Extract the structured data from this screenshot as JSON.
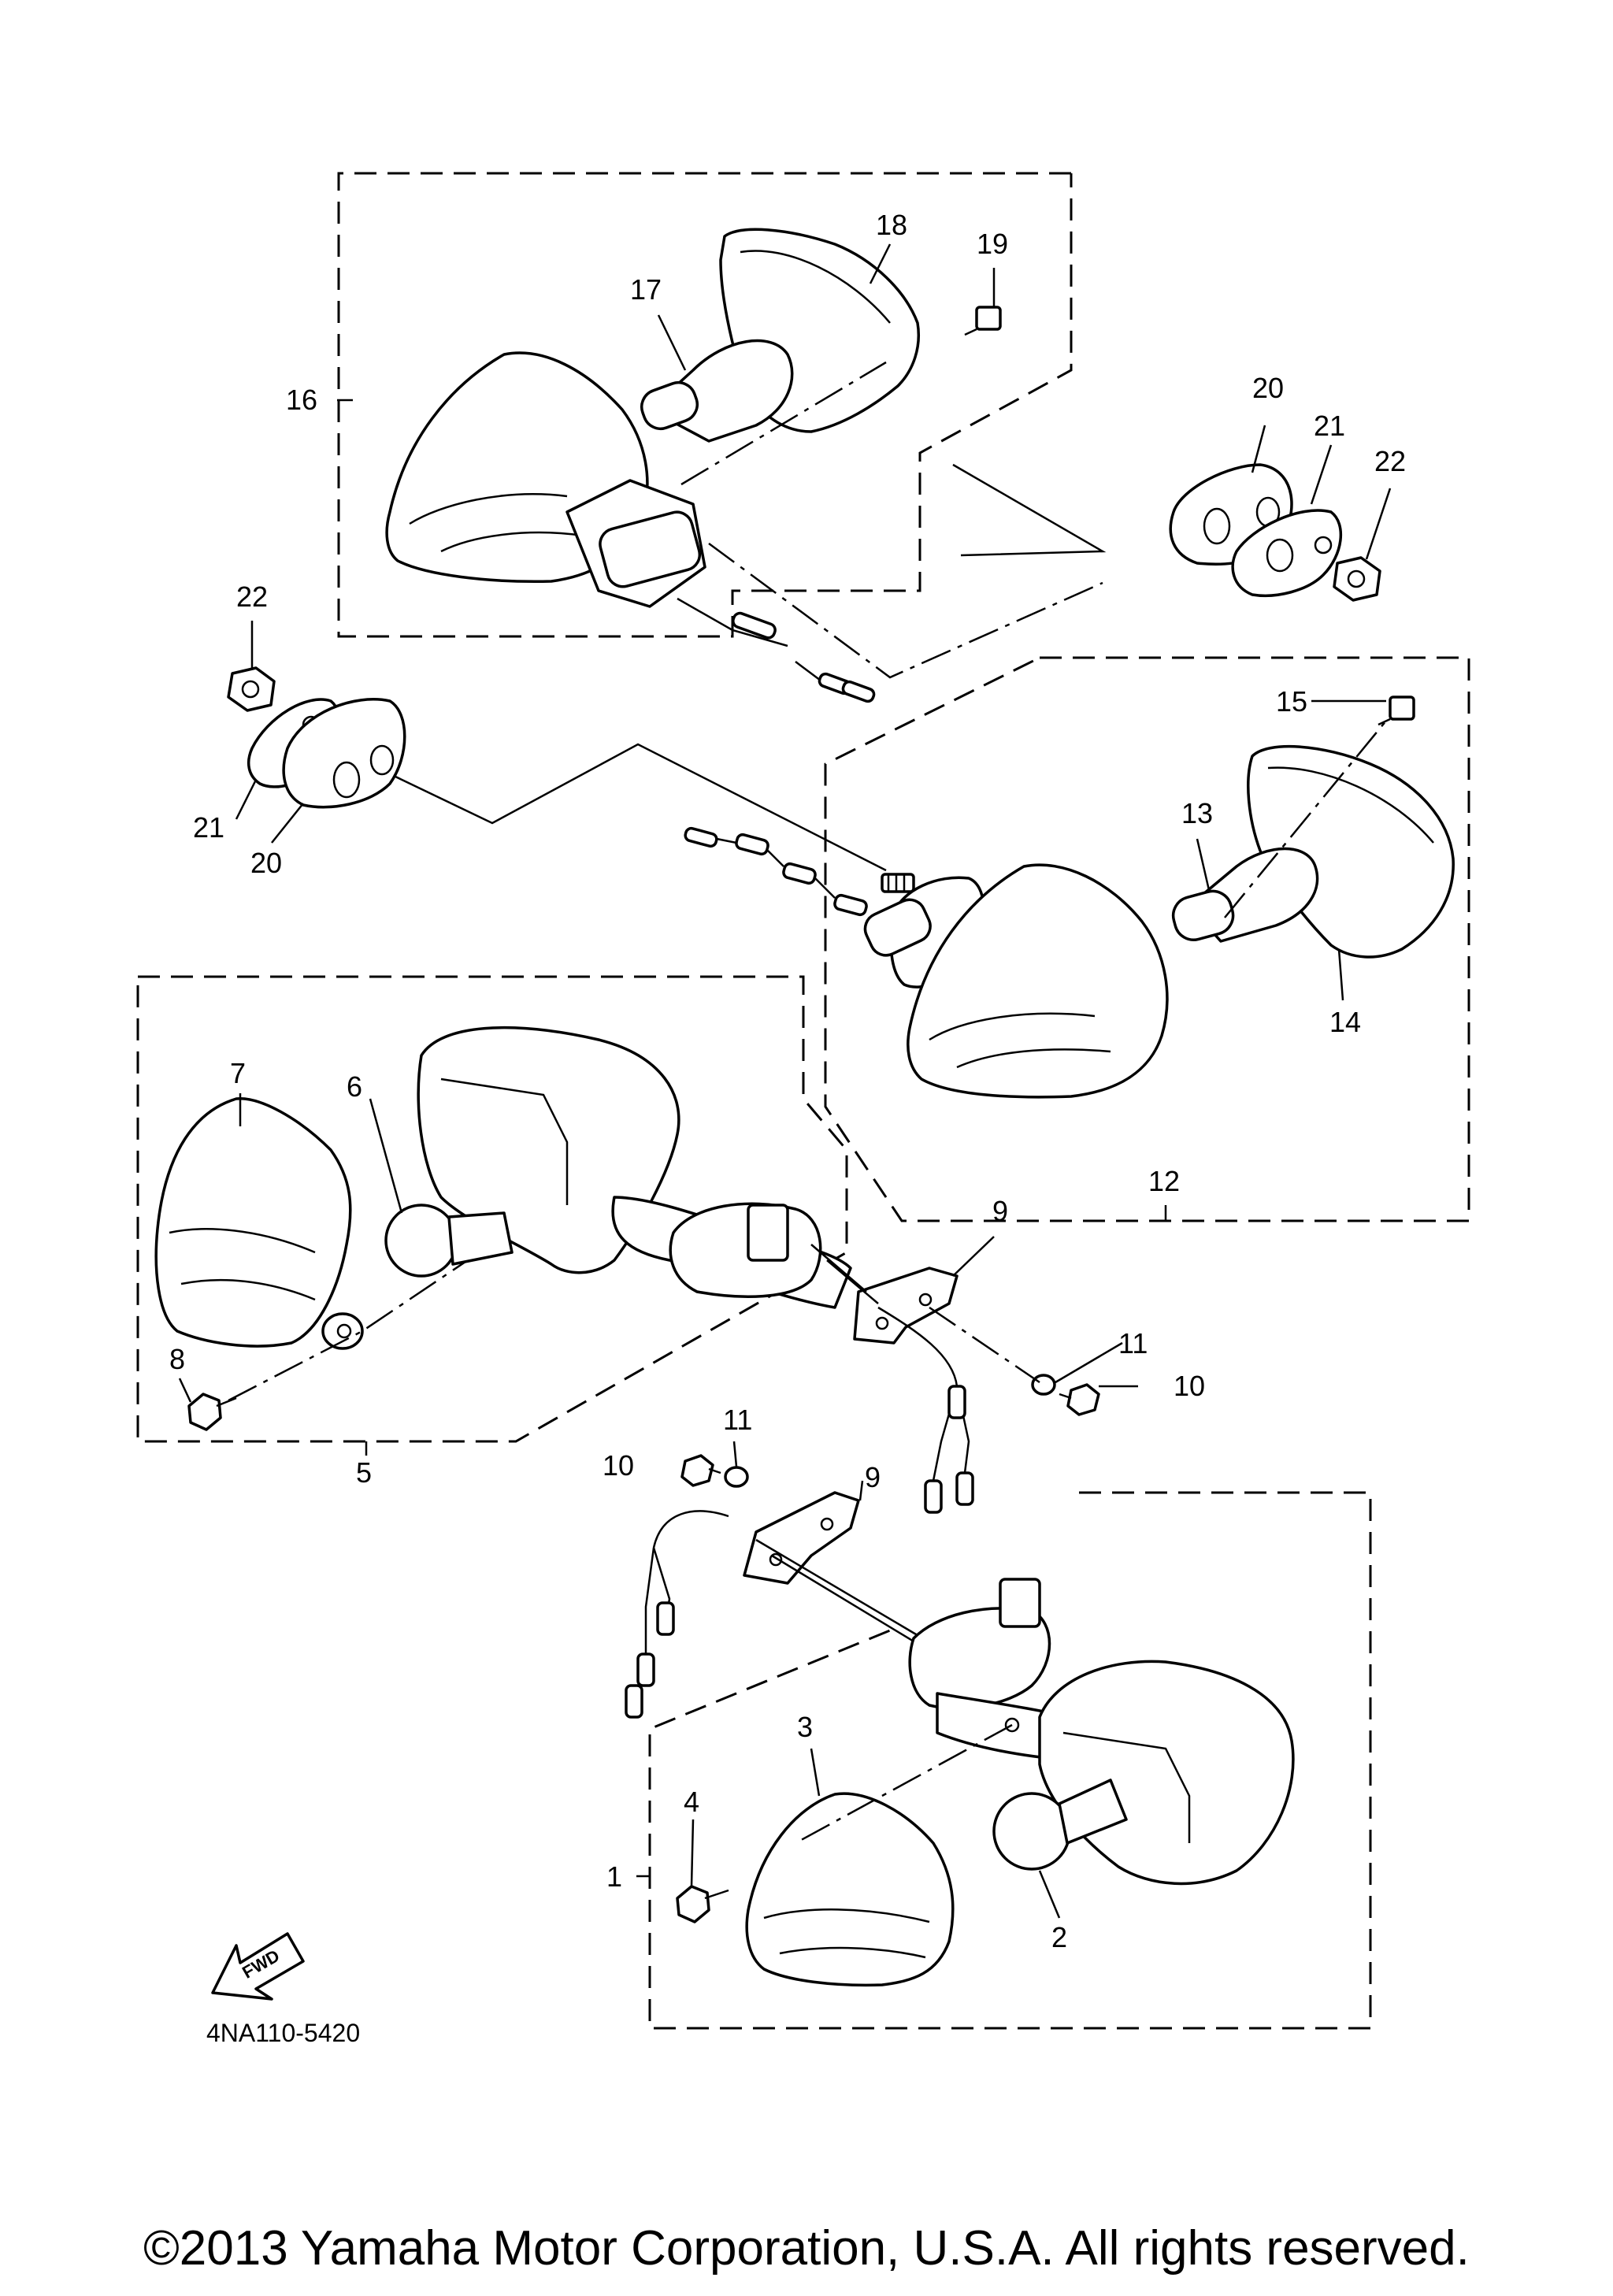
{
  "callouts": {
    "c1": "1",
    "c2": "2",
    "c3": "3",
    "c4": "4",
    "c5": "5",
    "c6": "6",
    "c7": "7",
    "c8": "8",
    "c9a": "9",
    "c9b": "9",
    "c10a": "10",
    "c10b": "10",
    "c11a": "11",
    "c11b": "11",
    "c12": "12",
    "c13": "13",
    "c14": "14",
    "c15": "15",
    "c16": "16",
    "c17": "17",
    "c18": "18",
    "c19": "19",
    "c20a": "20",
    "c20b": "20",
    "c21a": "21",
    "c21b": "21",
    "c22a": "22",
    "c22b": "22"
  },
  "fwd_label": "FWD",
  "diagram_code": "4NA110-5420",
  "copyright": "©2013 Yamaha Motor Corporation, U.S.A. All rights reserved."
}
